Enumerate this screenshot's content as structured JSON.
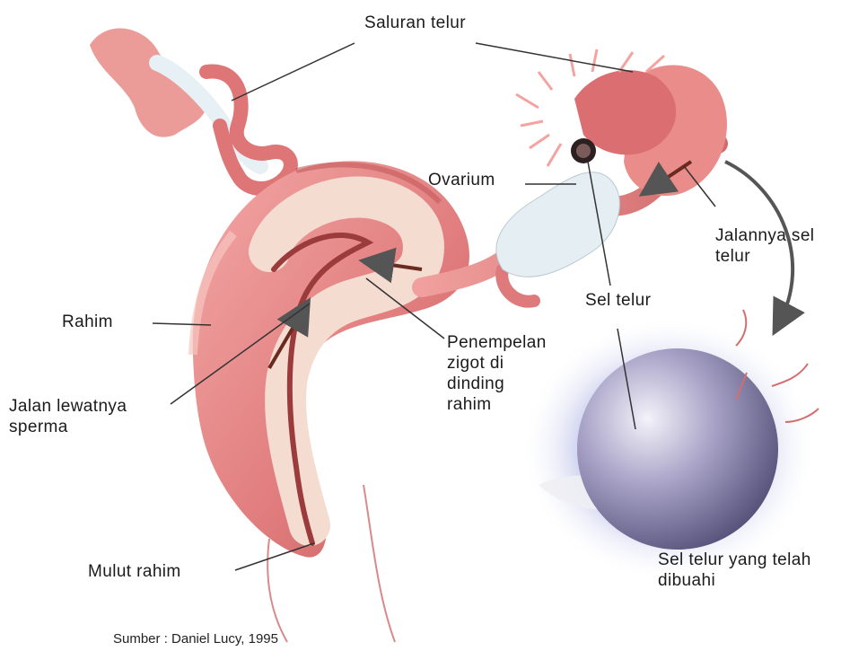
{
  "labels": {
    "saluran_telur": "Saluran telur",
    "ovarium": "Ovarium",
    "jalannya_sel_telur": [
      "Jalannya sel",
      "telur"
    ],
    "sel_telur": "Sel telur",
    "rahim": "Rahim",
    "penempelan_zigot": [
      "Penempelan",
      "zigot di",
      "dinding",
      "rahim"
    ],
    "jalan_sperma": [
      "Jalan lewatnya",
      "sperma"
    ],
    "sel_telur_dibuahi": [
      "Sel telur yang telah",
      "dibuahi"
    ],
    "mulut_rahim": "Mulut rahim"
  },
  "source": "Sumber : Daniel Lucy, 1995",
  "colors": {
    "tissue_base": "#e8868a",
    "tissue_dark": "#c9605f",
    "tissue_light": "#f6c3bd",
    "inner_wall": "#f3d8cc",
    "membrane": "#e4eef3",
    "egg_dark": "#4e4a72",
    "egg_light": "#e7e4f2",
    "halo": "#b9bfe8",
    "arrow": "#6a2a1f",
    "leader_line": "#333333"
  }
}
